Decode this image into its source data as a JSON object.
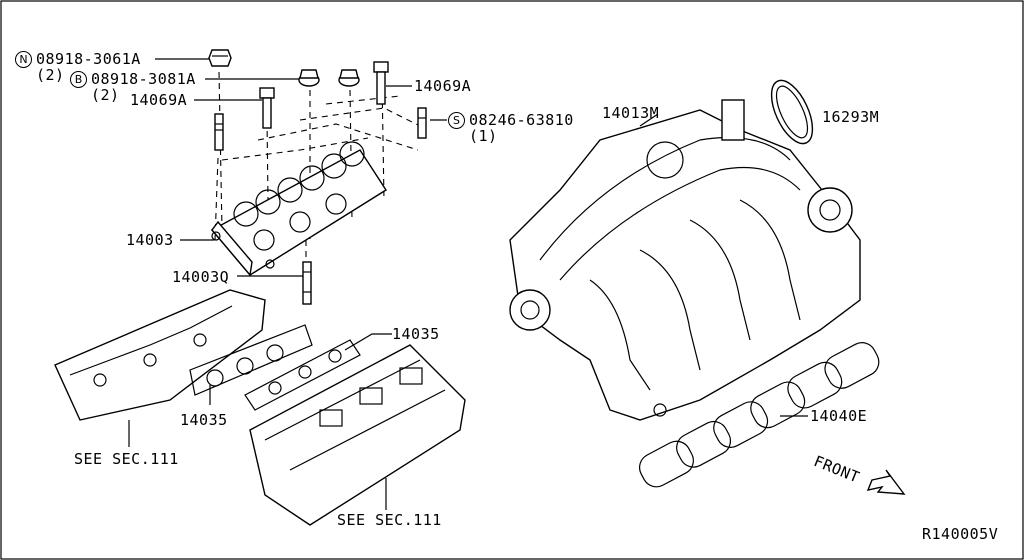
{
  "callouts": {
    "bolt_n": "08918-3061A",
    "bolt_n_badge": "N",
    "bolt_n_qty": "(2)",
    "bolt_b": "08918-3081A",
    "bolt_b_badge": "B",
    "bolt_b_qty": "(2)",
    "stud_left": "14069A",
    "stud_right": "14069A",
    "bolt_s": "08246-63810",
    "bolt_s_badge": "S",
    "bolt_s_qty": "(1)",
    "upper_manifold": "14013M",
    "gasket_ring": "16293M",
    "lower_manifold": "14003",
    "stud_q": "14003Q",
    "gasket_right": "14035",
    "gasket_left": "14035",
    "gasket_upper": "14040E",
    "see_sec_left": "SEE SEC.111",
    "see_sec_right": "SEE SEC.111",
    "front": "FRONT",
    "ref": "R140005V"
  }
}
